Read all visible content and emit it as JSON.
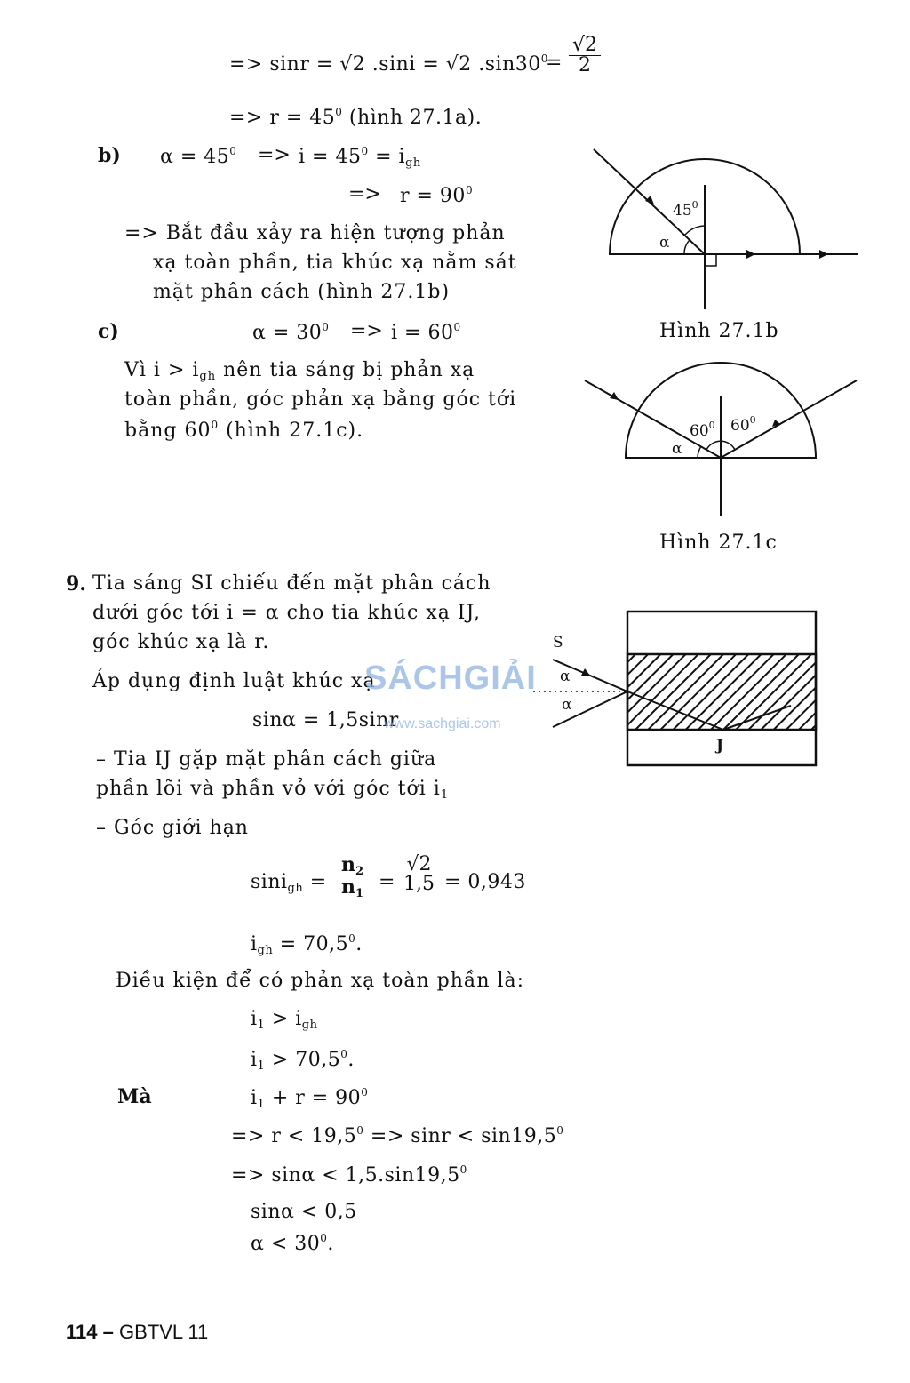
{
  "lines": {
    "l1_a": "=> sinr = √2 .sini = √2 .sin30",
    "l1_deg": "0",
    "l1_eq": "=",
    "l1_num": "√2",
    "l1_den": "2",
    "l2_a": "=> r = 45",
    "l2_deg": "0",
    "l2_b": " (hình 27.1a).",
    "b_label": "b)",
    "b_alpha": "α = 45",
    "b_alpha_deg": "0",
    "b_arrow": "=>",
    "b_i": "i = 45",
    "b_i_deg": "0",
    "b_i_eq": " = i",
    "b_i_sub": "gh",
    "b_r_arrow": "=>",
    "b_r": "r = 90",
    "b_r_deg": "0",
    "b_p1": "=> Bắt đầu xảy ra hiện tượng phản",
    "b_p2": "xạ toàn phần, tia khúc xạ nằm sát",
    "b_p3": "mặt phân cách (hình 27.1b)",
    "c_label": "c)",
    "c_alpha": "α = 30",
    "c_alpha_deg": "0",
    "c_arrow": "=>",
    "c_i": "i = 60",
    "c_i_deg": "0",
    "c_p1a": "Vì i > i",
    "c_p1sub": "gh",
    "c_p1b": " nên tia sáng bị phản xạ",
    "c_p2": "toàn phần, góc phản xạ bằng góc tới",
    "c_p3a": "bằng 60",
    "c_p3deg": "0",
    "c_p3b": " (hình 27.1c).",
    "q9_num": "9.",
    "q9_p1": "Tia sáng SI chiếu đến mặt phân cách",
    "q9_p2": "dưới góc tới i = α cho tia khúc xạ IJ,",
    "q9_p3": "góc khúc xạ là r.",
    "q9_p4": "Áp dụng định luật khúc xạ",
    "q9_eq1": "sinα = 1,5sinr",
    "q9_p5": "– Tia IJ gặp mặt phân cách giữa",
    "q9_p6a": "phần lõi và phần vỏ với góc tới i",
    "q9_p6sub": "1",
    "q9_p7": "– Góc giới hạn",
    "q9_sin_a": "sini",
    "q9_sin_sub": "gh",
    "q9_sin_eq": "=",
    "q9_n_num": "n",
    "q9_n_num_sub": "2",
    "q9_n_den": "n",
    "q9_n_den_sub": "1",
    "q9_eq2": "=",
    "q9_f_num": "√2",
    "q9_f_den": "1,5",
    "q9_res": "= 0,943",
    "q9_igh_a": "i",
    "q9_igh_sub": "gh",
    "q9_igh_b": " = 70,5",
    "q9_igh_deg": "0",
    "q9_igh_c": ".",
    "q9_cond": "Điều kiện để có phản xạ toàn phần là:",
    "q9_c1a": "i",
    "q9_c1sub": "1",
    "q9_c1b": " > i",
    "q9_c1sub2": "gh",
    "q9_c2a": "i",
    "q9_c2sub": "1",
    "q9_c2b": " > 70,5",
    "q9_c2deg": "0",
    "q9_c2c": ".",
    "q9_ma": "Mà",
    "q9_c3a": "i",
    "q9_c3sub": "1",
    "q9_c3b": " + r = 90",
    "q9_c3deg": "0",
    "q9_c4a": "=> r < 19,5",
    "q9_c4deg": "0",
    "q9_c4b": " => sinr < sin19,5",
    "q9_c4deg2": "0",
    "q9_c5a": "=> sinα < 1,5.sin19,5",
    "q9_c5deg": "0",
    "q9_c6": "sinα < 0,5",
    "q9_c7a": "α < 30",
    "q9_c7deg": "0",
    "q9_c7b": "."
  },
  "figures": {
    "fig_b_caption": "Hình 27.1b",
    "fig_b_angle": "45",
    "fig_b_angle_deg": "0",
    "fig_b_alpha": "α",
    "fig_c_caption": "Hình 27.1c",
    "fig_c_angle1": "60",
    "fig_c_angle2": "60",
    "fig_c_deg": "0",
    "fig_c_alpha": "α",
    "fig_9_S": "S",
    "fig_9_J": "J",
    "fig_9_alpha1": "α",
    "fig_9_alpha2": "α"
  },
  "watermark": {
    "text": "SÁCHGIẢI",
    "url": "www.sachgiai.com"
  },
  "footer": {
    "page": "114",
    "dash": " – ",
    "book": "GBTVL 11"
  }
}
